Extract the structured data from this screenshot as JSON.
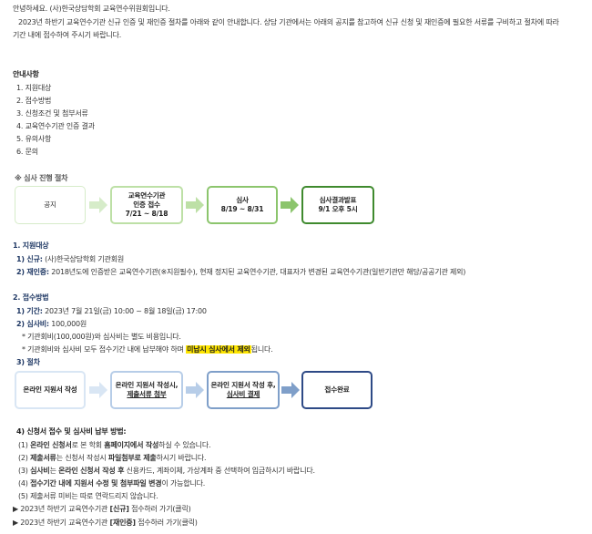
{
  "intro": {
    "line1": "안녕하세요. (사)한국상담학회 교육연수위원회입니다.",
    "line2": "2023년 하반기 교육연수기관 신규 인증 및 재인증 절차를 아래와 같이 안내합니다. 상담 기관에서는 아래의 공지를 참고하여 신규 신청 및 재인증에 필요한 서류를 구비하고 절차에 따라",
    "line3": "기간 내에 접수하여 주시기 바랍니다."
  },
  "toc": {
    "title": "안내사항",
    "items": [
      "1. 지원대상",
      "2. 접수방법",
      "3. 신청조건 및 첨부서류",
      "4. 교육연수기관 인증 결과",
      "5. 유의사항",
      "6. 문의"
    ]
  },
  "review": {
    "title": "※ 심사 진행 절차",
    "steps": [
      {
        "lines": [
          "공지"
        ]
      },
      {
        "lines": [
          "교육연수기관",
          "인증 접수",
          "7/21 ~ 8/18"
        ]
      },
      {
        "lines": [
          "심사",
          "8/19 ~ 8/31"
        ]
      },
      {
        "lines": [
          "심사결과발표",
          "9/1 오후 5시"
        ]
      }
    ],
    "colors": {
      "light": "#d6ecc9",
      "mid": "#bde0a6",
      "strong": "#8cc56d",
      "dark": "#3f8a2e"
    }
  },
  "section1": {
    "heading": "1. 지원대상",
    "new_label": "1) 신규:",
    "new_text": "(사)한국상담학회 기관회원",
    "re_label": "2) 재인증:",
    "re_text": "2018년도에 인증받은 교육연수기관(※지원필수), 현재 정지된 교육연수기관, 대표자가 변경된 교육연수기관(일반기관만 해당/공공기관 제외)"
  },
  "section2": {
    "heading": "2. 접수방법",
    "period_label": "1) 기간:",
    "period_text": "2023년 7월 21일(금) 10:00 ~ 8월 18일(금) 17:00",
    "fee_label": "2) 심사비:",
    "fee_text": "100,000원",
    "fee_note1": "* 기관회비(100,000원)와 심사비는 별도 비용입니다.",
    "fee_note2_pre": "* 기관회비와 심사비 모두 접수기간 내에 납부해야 하며",
    "fee_note2_hl": "미납시 심사에서 제외",
    "fee_note2_post": "됩니다.",
    "procedure_label": "3) 절차",
    "steps": [
      {
        "lines": [
          "온라인 지원서 작성"
        ]
      },
      {
        "lines": [
          "온라인 지원서 작성시,",
          "제출서류 첨부"
        ]
      },
      {
        "lines": [
          "온라인 지원서 작성 후,",
          "심사비 결제"
        ]
      },
      {
        "lines": [
          "접수완료"
        ]
      }
    ],
    "colors": {
      "light": "#d9e6f4",
      "mid": "#b7cde8",
      "strong": "#7f9fc9",
      "dark": "#2e4a86"
    }
  },
  "payment": {
    "title": "4) 신청서 접수 및 심사비 납부 방법:",
    "items": [
      {
        "num": "(1)",
        "bold": "온라인 신청서",
        "mid": "로 본 학회",
        "bold2": "홈페이지에서 작성",
        "rest": "하실 수 있습니다."
      },
      {
        "num": "(2)",
        "bold": "제출서류",
        "mid": "는 신청서 작성시",
        "bold2": "파일첨부로 제출",
        "rest": "하시기 바랍니다."
      },
      {
        "num": "(3)",
        "bold": "심사비",
        "mid": "는",
        "bold2": "온라인 신청서 작성 후",
        "rest": "신용카드, 계좌이체, 가상계좌 중 선택하여 입금하시기 바랍니다."
      },
      {
        "num": "(4)",
        "bold": "접수기간 내에 지원서 수정 및 첨부파일 변경",
        "mid": "",
        "bold2": "",
        "rest": "이 가능합니다."
      },
      {
        "num": "(5)",
        "bold": "",
        "mid": "제출서류 미비는 따로 연락드리지 않습니다.",
        "bold2": "",
        "rest": ""
      }
    ]
  },
  "links": [
    {
      "prefix": "▶ 2023년 하반기 교육연수기관",
      "tag": "[신규]",
      "suffix": "접수하러 가기(클릭)"
    },
    {
      "prefix": "▶ 2023년 하반기 교육연수기관",
      "tag": "[재인증]",
      "suffix": "접수하러 가기(클릭)"
    }
  ],
  "accent": {
    "section_heading": "#1f3864",
    "highlight": "#ffe600"
  }
}
